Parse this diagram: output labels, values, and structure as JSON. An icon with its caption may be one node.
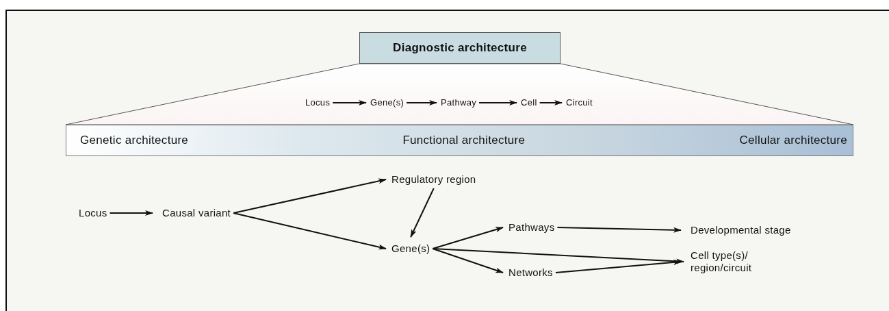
{
  "diagram": {
    "nodes": [
      {
        "text": [
          "Diagnostic architecture"
        ]
      },
      {
        "text": [
          "Locus"
        ]
      },
      {
        "text": [
          "Gene(s)"
        ]
      },
      {
        "text": [
          "Pathway"
        ]
      },
      {
        "text": [
          "Cell"
        ]
      },
      {
        "text": [
          "Circuit"
        ]
      },
      {
        "text": [
          "Genetic architecture",
          "Functional architecture",
          "Cellular architecture"
        ]
      },
      {
        "text": [
          "Locus"
        ]
      },
      {
        "text": [
          "Causal variant"
        ]
      },
      {
        "text": [
          "Regulatory region"
        ]
      },
      {
        "text": [
          "Gene(s)"
        ]
      },
      {
        "text": [
          "Pathways"
        ]
      },
      {
        "text": [
          "Networks"
        ]
      },
      {
        "text": [
          "Developmental stage"
        ]
      },
      {
        "text": [
          "Cell type(s)/ region/circuit"
        ]
      }
    ],
    "edges": [
      {
        "from": 1,
        "to": 2,
        "arrow": "to"
      },
      {
        "from": 2,
        "to": 3,
        "arrow": "to"
      },
      {
        "from": 3,
        "to": 4,
        "arrow": "to"
      },
      {
        "from": 4,
        "to": 5,
        "arrow": "to"
      },
      {
        "from": 7,
        "to": 8,
        "arrow": "to"
      },
      {
        "from": 8,
        "to": 9,
        "arrow": "to"
      },
      {
        "from": 8,
        "to": 10,
        "arrow": "to"
      },
      {
        "from": 9,
        "to": 10,
        "arrow": "to"
      },
      {
        "from": 10,
        "to": 11,
        "arrow": "to"
      },
      {
        "from": 10,
        "to": 12,
        "arrow": "to"
      },
      {
        "from": 10,
        "to": 14,
        "arrow": "to"
      },
      {
        "from": 11,
        "to": 13,
        "arrow": "to"
      },
      {
        "from": 12,
        "to": 14,
        "arrow": "to"
      }
    ]
  }
}
